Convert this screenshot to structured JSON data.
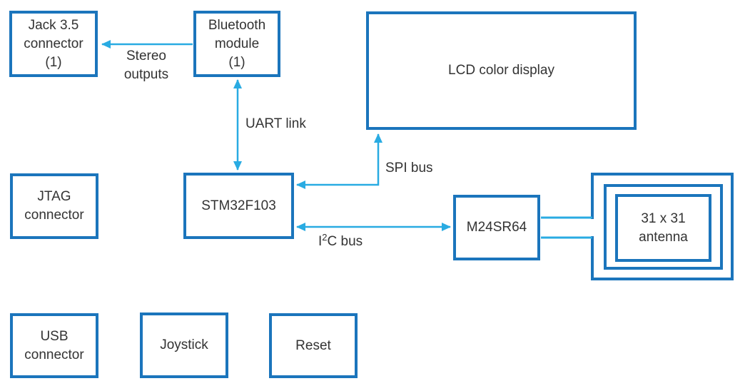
{
  "diagram": {
    "kind": "block-diagram",
    "colors": {
      "box_border": "#1b75bc",
      "arrow": "#29abe2",
      "text": "#333333",
      "background": "#ffffff"
    },
    "nodes": {
      "jack": {
        "label": "Jack 3.5\nconnector\n(1)"
      },
      "bluetooth": {
        "label": "Bluetooth\nmodule\n(1)"
      },
      "lcd": {
        "label": "LCD color display"
      },
      "jtag": {
        "label": "JTAG\nconnector"
      },
      "stm32": {
        "label": "STM32F103"
      },
      "m24sr64": {
        "label": "M24SR64"
      },
      "usb": {
        "label": "USB\nconnector"
      },
      "joystick": {
        "label": "Joystick"
      },
      "reset": {
        "label": "Reset"
      },
      "antenna": {
        "label": "31 x 31\nantenna"
      }
    },
    "links": {
      "stereo": {
        "label": "Stereo\noutputs"
      },
      "uart": {
        "label": "UART link"
      },
      "spi": {
        "label": "SPI bus"
      },
      "i2c": {
        "prefix": "I",
        "sup": "2",
        "suffix": "C bus"
      }
    }
  }
}
